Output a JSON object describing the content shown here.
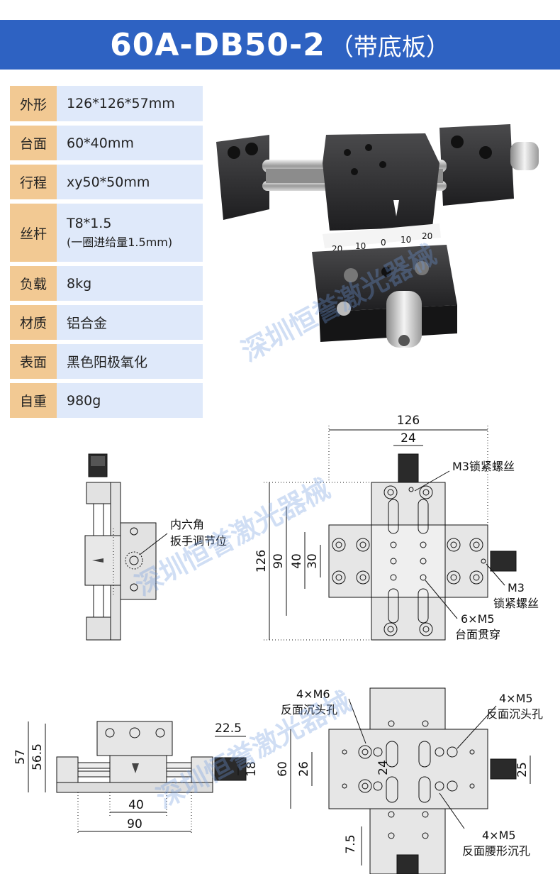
{
  "header": {
    "title": "60A-DB50-2",
    "subtitle": "（带底板）"
  },
  "specs": [
    {
      "key": "外形",
      "value": "126*126*57mm",
      "sub": ""
    },
    {
      "key": "台面",
      "value": "60*40mm",
      "sub": ""
    },
    {
      "key": "行程",
      "value": "xy50*50mm",
      "sub": ""
    },
    {
      "key": "丝杆",
      "value": "T8*1.5",
      "sub": "(一圈进给量1.5mm)"
    },
    {
      "key": "负载",
      "value": "8kg",
      "sub": ""
    },
    {
      "key": "材质",
      "value": "铝合金",
      "sub": ""
    },
    {
      "key": "表面",
      "value": "黑色阳极氧化",
      "sub": ""
    },
    {
      "key": "自重",
      "value": "980g",
      "sub": ""
    }
  ],
  "photo": {
    "scale_labels": [
      "20",
      "10",
      "0",
      "10",
      "20"
    ]
  },
  "watermark": "深圳恒誉激光器械",
  "side_view": {
    "hex_label_1": "内六角",
    "hex_label_2": "扳手调节位"
  },
  "top_view": {
    "dim_126_h": "126",
    "dim_24": "24",
    "dim_126_v": "126",
    "dim_90": "90",
    "dim_40": "40",
    "dim_30": "30",
    "m3_top": "M3锁紧螺丝",
    "m3_right_1": "M3",
    "m3_right_2": "锁紧螺丝",
    "m5_1": "6×M5",
    "m5_2": "台面贯穿"
  },
  "front_view": {
    "dim_57": "57",
    "dim_56_5": "56.5",
    "dim_22_5": "22.5",
    "dim_18": "18",
    "dim_40": "40",
    "dim_90": "90"
  },
  "bottom_view": {
    "m6_1": "4×M6",
    "m6_2": "反面沉头孔",
    "m5a_1": "4×M5",
    "m5a_2": "反面沉头孔",
    "m5b_1": "4×M5",
    "m5b_2": "反面腰形沉孔",
    "dim_60": "60",
    "dim_26": "26",
    "dim_24": "24",
    "dim_25": "25",
    "dim_7_5": "7.5"
  }
}
